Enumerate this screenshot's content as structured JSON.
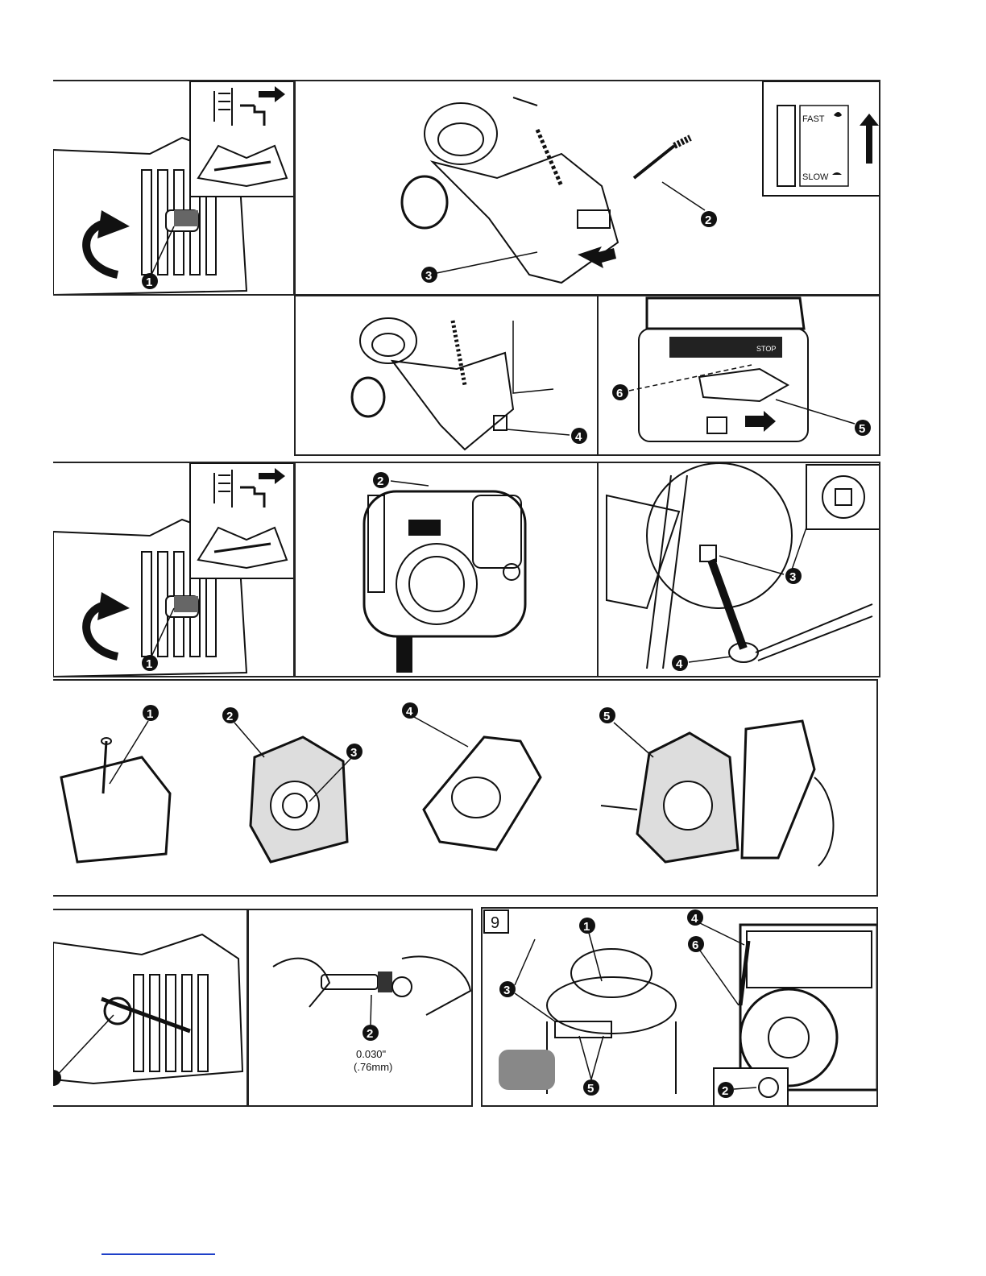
{
  "panels": {
    "throttle_panel": {
      "fast_label": "FAST",
      "slow_label": "SLOW"
    },
    "governor_panel": {
      "stop_label": "STOP"
    },
    "gap_panel": {
      "gap_inches": "0.030\"",
      "gap_mm": "(.76mm)"
    },
    "armature_panel": {
      "figure_number": "9"
    }
  },
  "callouts": {
    "c1": "1",
    "c2": "2",
    "c3": "3",
    "c4": "4",
    "c5": "5",
    "c6": "6"
  },
  "colors": {
    "ink": "#111111",
    "frame": "#222222",
    "link": "#1e40c8"
  }
}
